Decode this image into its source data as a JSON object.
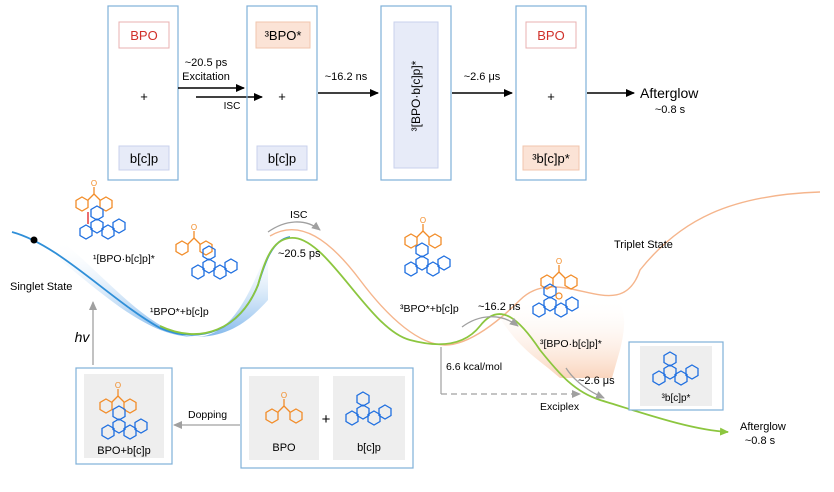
{
  "top_scheme": {
    "box1": {
      "top": "BPO",
      "plus": "+",
      "bottom": "b[c]p"
    },
    "step1": {
      "time": "~20.5 ps",
      "upper": "Excitation",
      "lower": "ISC"
    },
    "box2": {
      "top": "³BPO*",
      "plus": "+",
      "bottom": "b[c]p"
    },
    "step2": {
      "time": "~16.2 ns"
    },
    "box3": {
      "label": "³[BPO·b[c]p]*"
    },
    "step3": {
      "time": "~2.6 μs"
    },
    "box4": {
      "top": "BPO",
      "plus": "+",
      "bottom": "³b[c]p*"
    },
    "final": {
      "label": "Afterglow",
      "time": "~0.8 s"
    }
  },
  "energy_diagram": {
    "excited_complex": "¹[BPO·b[c]p]*",
    "singlet_state": "Singlet State",
    "singlet_minimum": "¹BPO*+b[c]p",
    "isc_label": "ISC",
    "isc_time": "~20.5 ps",
    "triplet_state": "Triplet State",
    "triplet_species": "³BPO*+b[c]p",
    "exciplex_time": "~16.2 ns",
    "triplet_exciplex": "³[BPO·b[c]p]*",
    "barrier": "6.6 kcal/mol",
    "exciplex": "Exciplex",
    "decay_time": "~2.6 μs",
    "triplet_bcp": "³b[c]p*",
    "afterglow": "Afterglow",
    "afterglow_time": "~0.8 s",
    "hv": "hv",
    "doping": "Dopping",
    "mixture": "BPO+b[c]p",
    "bpo": "BPO",
    "bcp": "b[c]p",
    "plus": "+"
  },
  "colors": {
    "singlet": "#2f8fd8",
    "triplet": "#f2a878",
    "afterglow": "#8cc63f",
    "bpo_ring": "#f28c28",
    "bcp_ring": "#1f6fe0",
    "box_border": "#7fb0d8"
  },
  "icons": {
    "bpo_structure": "benzophenone-structure",
    "bcp_structure": "benzo-c-phenanthrene-structure"
  }
}
